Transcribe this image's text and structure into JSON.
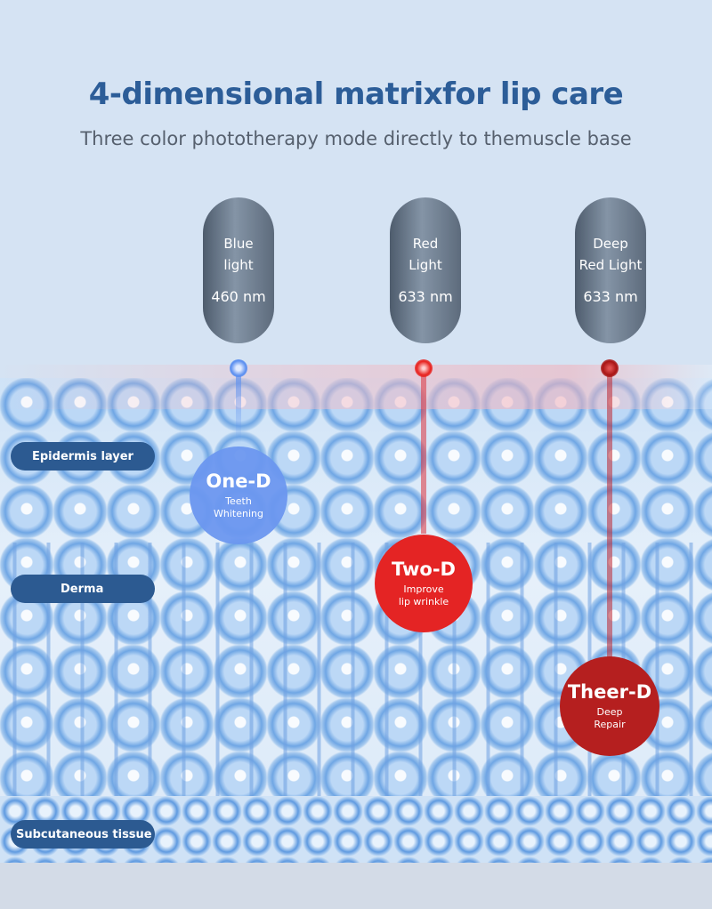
{
  "header": {
    "title": "4-dimensional matrixfor lip care",
    "subtitle": "Three color phototherapy mode directly to themuscle base"
  },
  "lights": [
    {
      "name_line1": "Blue",
      "name_line2": "light",
      "wavelength": "460 nm",
      "color": "#5b8ff0"
    },
    {
      "name_line1": "Red",
      "name_line2": "Light",
      "wavelength": "633 nm",
      "color": "#e8231f"
    },
    {
      "name_line1": "Deep",
      "name_line2": "Red Light",
      "wavelength": "633 nm",
      "color": "#a81414"
    }
  ],
  "effects": [
    {
      "title": "One-D",
      "line1": "Teeth",
      "line2": "Whitening",
      "color": "#6b97ef"
    },
    {
      "title": "Two-D",
      "line1": "Improve",
      "line2": "lip wrinkle",
      "color": "#e42424"
    },
    {
      "title": "Theer-D",
      "line1": "Deep",
      "line2": "Repair",
      "color": "#b51f1f"
    }
  ],
  "layers": [
    "Epidermis layer",
    "Derma",
    "Subcutaneous tissue"
  ]
}
